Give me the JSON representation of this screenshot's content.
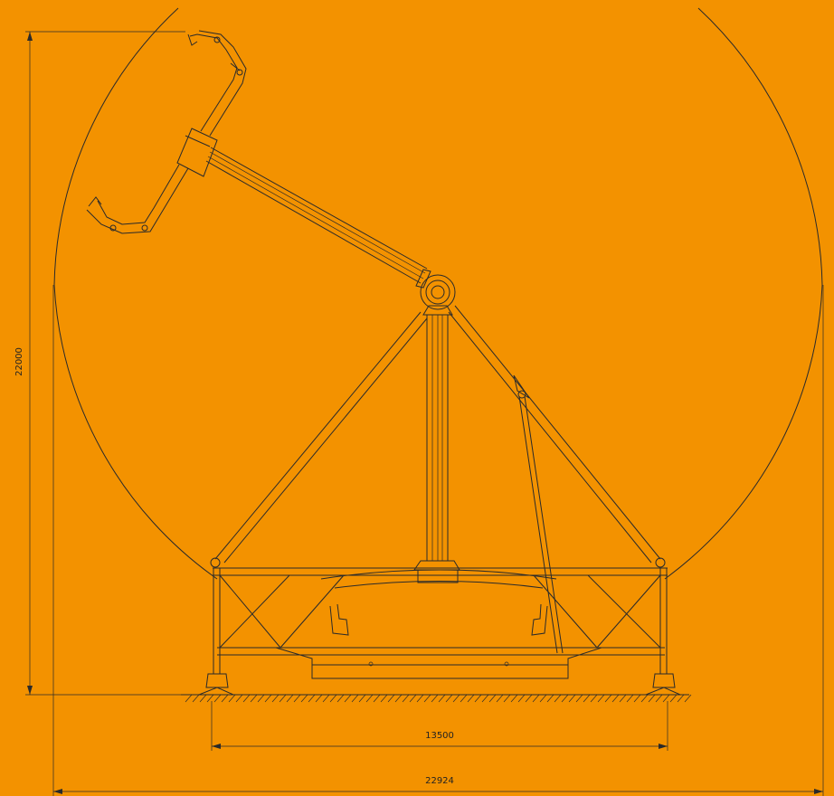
{
  "diagram": {
    "dimensions": {
      "height": "22000",
      "base_width": "13500",
      "reach_width": "22924"
    },
    "colors": {
      "background": "#F39200",
      "line": "#2a2a2a"
    }
  }
}
